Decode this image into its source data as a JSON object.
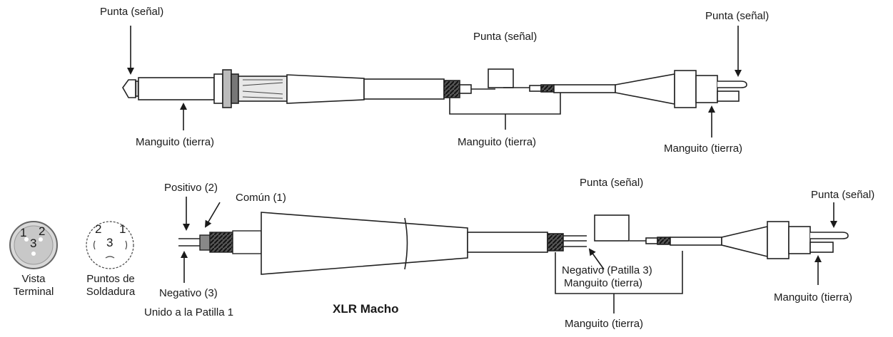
{
  "top_cable": {
    "tip_left": "Punta (señal)",
    "sleeve_left": "Manguito (tierra)",
    "tip_middle": "Punta (señal)",
    "sleeve_middle": "Manguito (tierra)",
    "tip_right": "Punta (señal)",
    "sleeve_right": "Manguito (tierra)"
  },
  "bottom_cable": {
    "positive": "Positivo (2)",
    "common": "Común (1)",
    "negative": "Negativo (3)",
    "joined": "Unido a la Patilla 1",
    "connector_name": "XLR Macho",
    "tip_middle": "Punta (señal)",
    "negative_pin3": "Negativo (Patilla 3)",
    "sleeve_inner": "Manguito (tierra)",
    "sleeve_bottom": "Manguito (tierra)",
    "tip_right": "Punta (señal)",
    "sleeve_right": "Manguito (tierra)"
  },
  "xlr_views": {
    "terminal_label_1": "Vista",
    "terminal_label_2": "Terminal",
    "terminal_pins": [
      "1",
      "2",
      "3"
    ],
    "solder_label_1": "Puntos de",
    "solder_label_2": "Soldadura",
    "solder_pins": [
      "2",
      "1",
      "3"
    ]
  }
}
